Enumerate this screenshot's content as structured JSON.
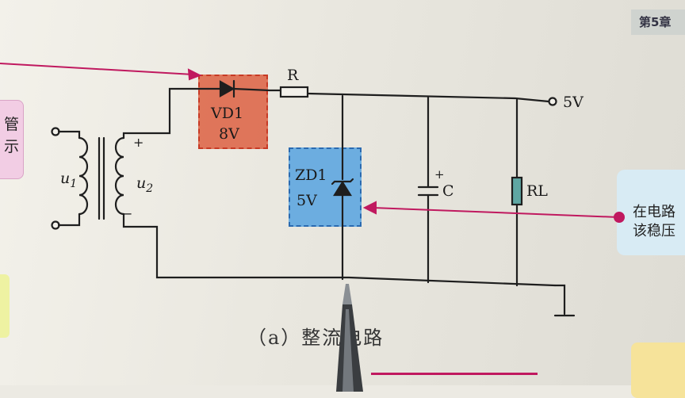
{
  "header": {
    "chapter_tab": "第5章"
  },
  "left_card": {
    "line1": "管",
    "line2": "示"
  },
  "right_card": {
    "line1": "在电路",
    "line2": "该稳压"
  },
  "circuit": {
    "transformer": {
      "primary_label": "u",
      "primary_sub": "1",
      "secondary_label": "u",
      "secondary_sub": "2",
      "plus": "+",
      "minus": "−"
    },
    "vd1": {
      "name": "VD1",
      "voltage": "8V"
    },
    "resistor": {
      "name": "R"
    },
    "zener": {
      "name": "ZD1",
      "voltage": "5V"
    },
    "capacitor": {
      "name": "C",
      "plus": "+"
    },
    "load": {
      "name": "RL"
    },
    "output": {
      "label": "5V"
    }
  },
  "caption": {
    "text": "（a）整流电路"
  },
  "colors": {
    "vd1_highlight": "#dc5c3c",
    "zd1_highlight": "#50a0e1",
    "arrow": "#c0195f",
    "resistor_fill": "#5fa7a3"
  }
}
